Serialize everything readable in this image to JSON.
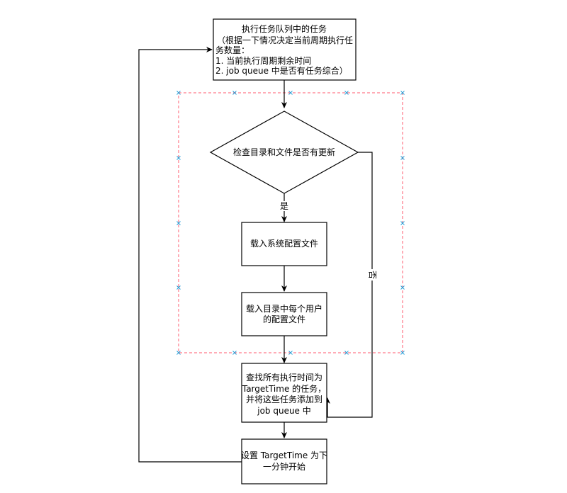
{
  "diagram": {
    "nodes": {
      "execute_tasks": {
        "lines": [
          "执行任务队列中的任务",
          "（根据一下情况决定当前周期执行任",
          "务数量：",
          "1. 当前执行周期剩余时间",
          "2. job queue 中是否有任务综合）"
        ]
      },
      "check_update": {
        "lines": [
          "检查目录和文件是否有更新"
        ]
      },
      "load_system_config": {
        "lines": [
          "载入系统配置文件"
        ]
      },
      "load_user_configs": {
        "lines": [
          "载入目录中每个用户",
          "的配置文件"
        ]
      },
      "find_tasks": {
        "lines": [
          "查找所有执行时间为",
          "TargetTime 的任务，",
          "并将这些任务添加到",
          "job queue 中"
        ]
      },
      "set_target_time": {
        "lines": [
          "设置 TargetTime 为下",
          "一分钟开始"
        ]
      }
    },
    "edge_labels": {
      "yes": "是",
      "no": "否"
    },
    "colors": {
      "stroke": "#000000",
      "selection_border": "#ff5a6e",
      "selection_handle": "#2aa0d8",
      "background": "#ffffff"
    }
  }
}
